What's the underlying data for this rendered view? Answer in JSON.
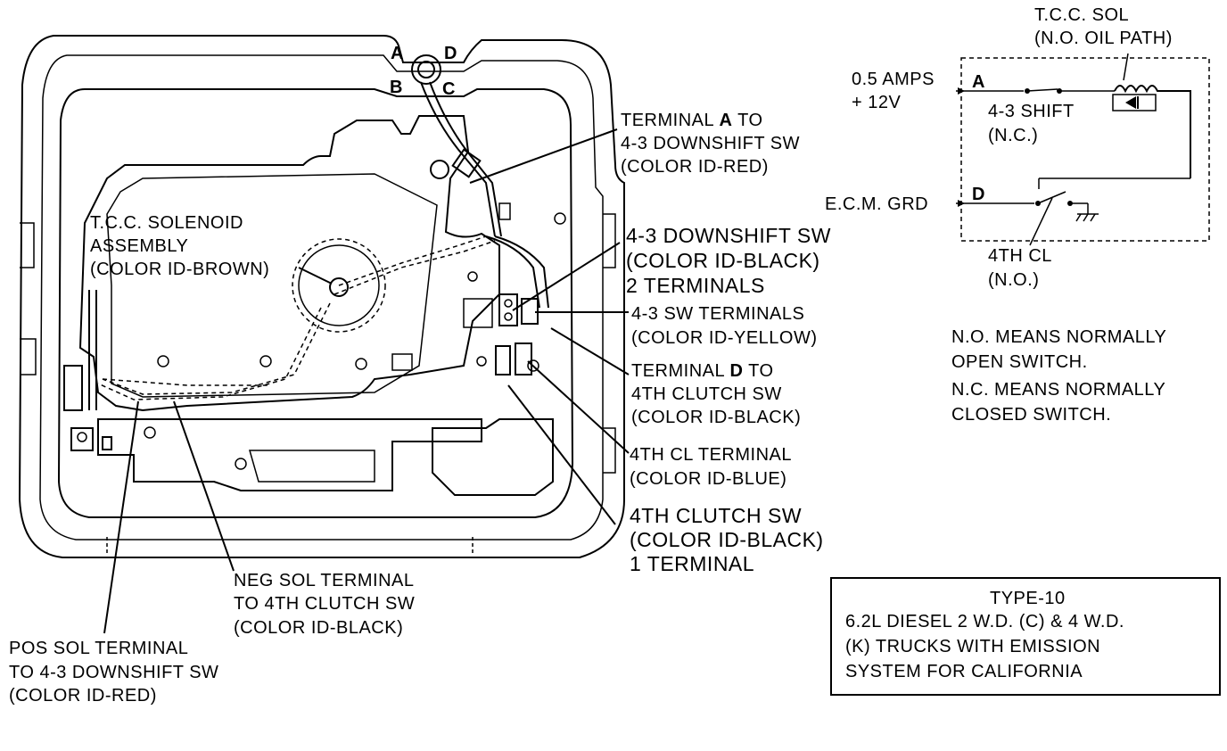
{
  "pan_labels": {
    "pins": {
      "a": "A",
      "b": "B",
      "c": "C",
      "d": "D"
    },
    "terminal_a": {
      "line1_prefix": "TERMINAL ",
      "line1_letter": "A",
      "line1_suffix": " TO",
      "line2": "4-3 DOWNSHIFT SW",
      "line3": "(COLOR ID-RED)"
    },
    "tcc_solenoid": {
      "line1": "T.C.C. SOLENOID",
      "line2": "ASSEMBLY",
      "line3": "(COLOR ID-BROWN)"
    },
    "downshift_sw": {
      "line1": "4-3 DOWNSHIFT SW",
      "line2": "(COLOR ID-BLACK)",
      "line3": "2 TERMINALS"
    },
    "sw_terminals": {
      "line1": "4-3 SW TERMINALS",
      "line2": "(COLOR ID-YELLOW)"
    },
    "terminal_d": {
      "line1_prefix": "TERMINAL ",
      "line1_letter": "D",
      "line1_suffix": " TO",
      "line2": "4TH CLUTCH SW",
      "line3": "(COLOR ID-BLACK)"
    },
    "cl_terminal": {
      "line1": "4TH CL TERMINAL",
      "line2": "(COLOR ID-BLUE)"
    },
    "clutch_sw": {
      "line1": "4TH CLUTCH SW",
      "line2": "(COLOR ID-BLACK)",
      "line3": "1 TERMINAL"
    },
    "neg_sol": {
      "line1": "NEG SOL TERMINAL",
      "line2": "TO 4TH CLUTCH SW",
      "line3": "(COLOR ID-BLACK)"
    },
    "pos_sol": {
      "line1": "POS SOL TERMINAL",
      "line2": "TO 4-3 DOWNSHIFT SW",
      "line3": "(COLOR ID-RED)"
    }
  },
  "schematic": {
    "tcc_sol": {
      "line1": "T.C.C. SOL",
      "line2": "(N.O. OIL PATH)"
    },
    "supply": {
      "line1": "0.5 AMPS",
      "line2": "+ 12V"
    },
    "pin_a": "A",
    "pin_d": "D",
    "shift": {
      "line1": "4-3 SHIFT",
      "line2": "(N.C.)"
    },
    "ecm": "E.C.M. GRD",
    "cl": {
      "line1": "4TH CL",
      "line2": "(N.O.)"
    }
  },
  "notes": {
    "no_1": "N.O. MEANS NORMALLY",
    "no_2": "OPEN SWITCH.",
    "nc_1": "N.C. MEANS NORMALLY",
    "nc_2": "CLOSED SWITCH."
  },
  "type_box": {
    "line1": "TYPE-10",
    "line2": "6.2L DIESEL 2 W.D. (C) & 4 W.D.",
    "line3": "(K) TRUCKS WITH EMISSION",
    "line4": "SYSTEM FOR CALIFORNIA"
  }
}
